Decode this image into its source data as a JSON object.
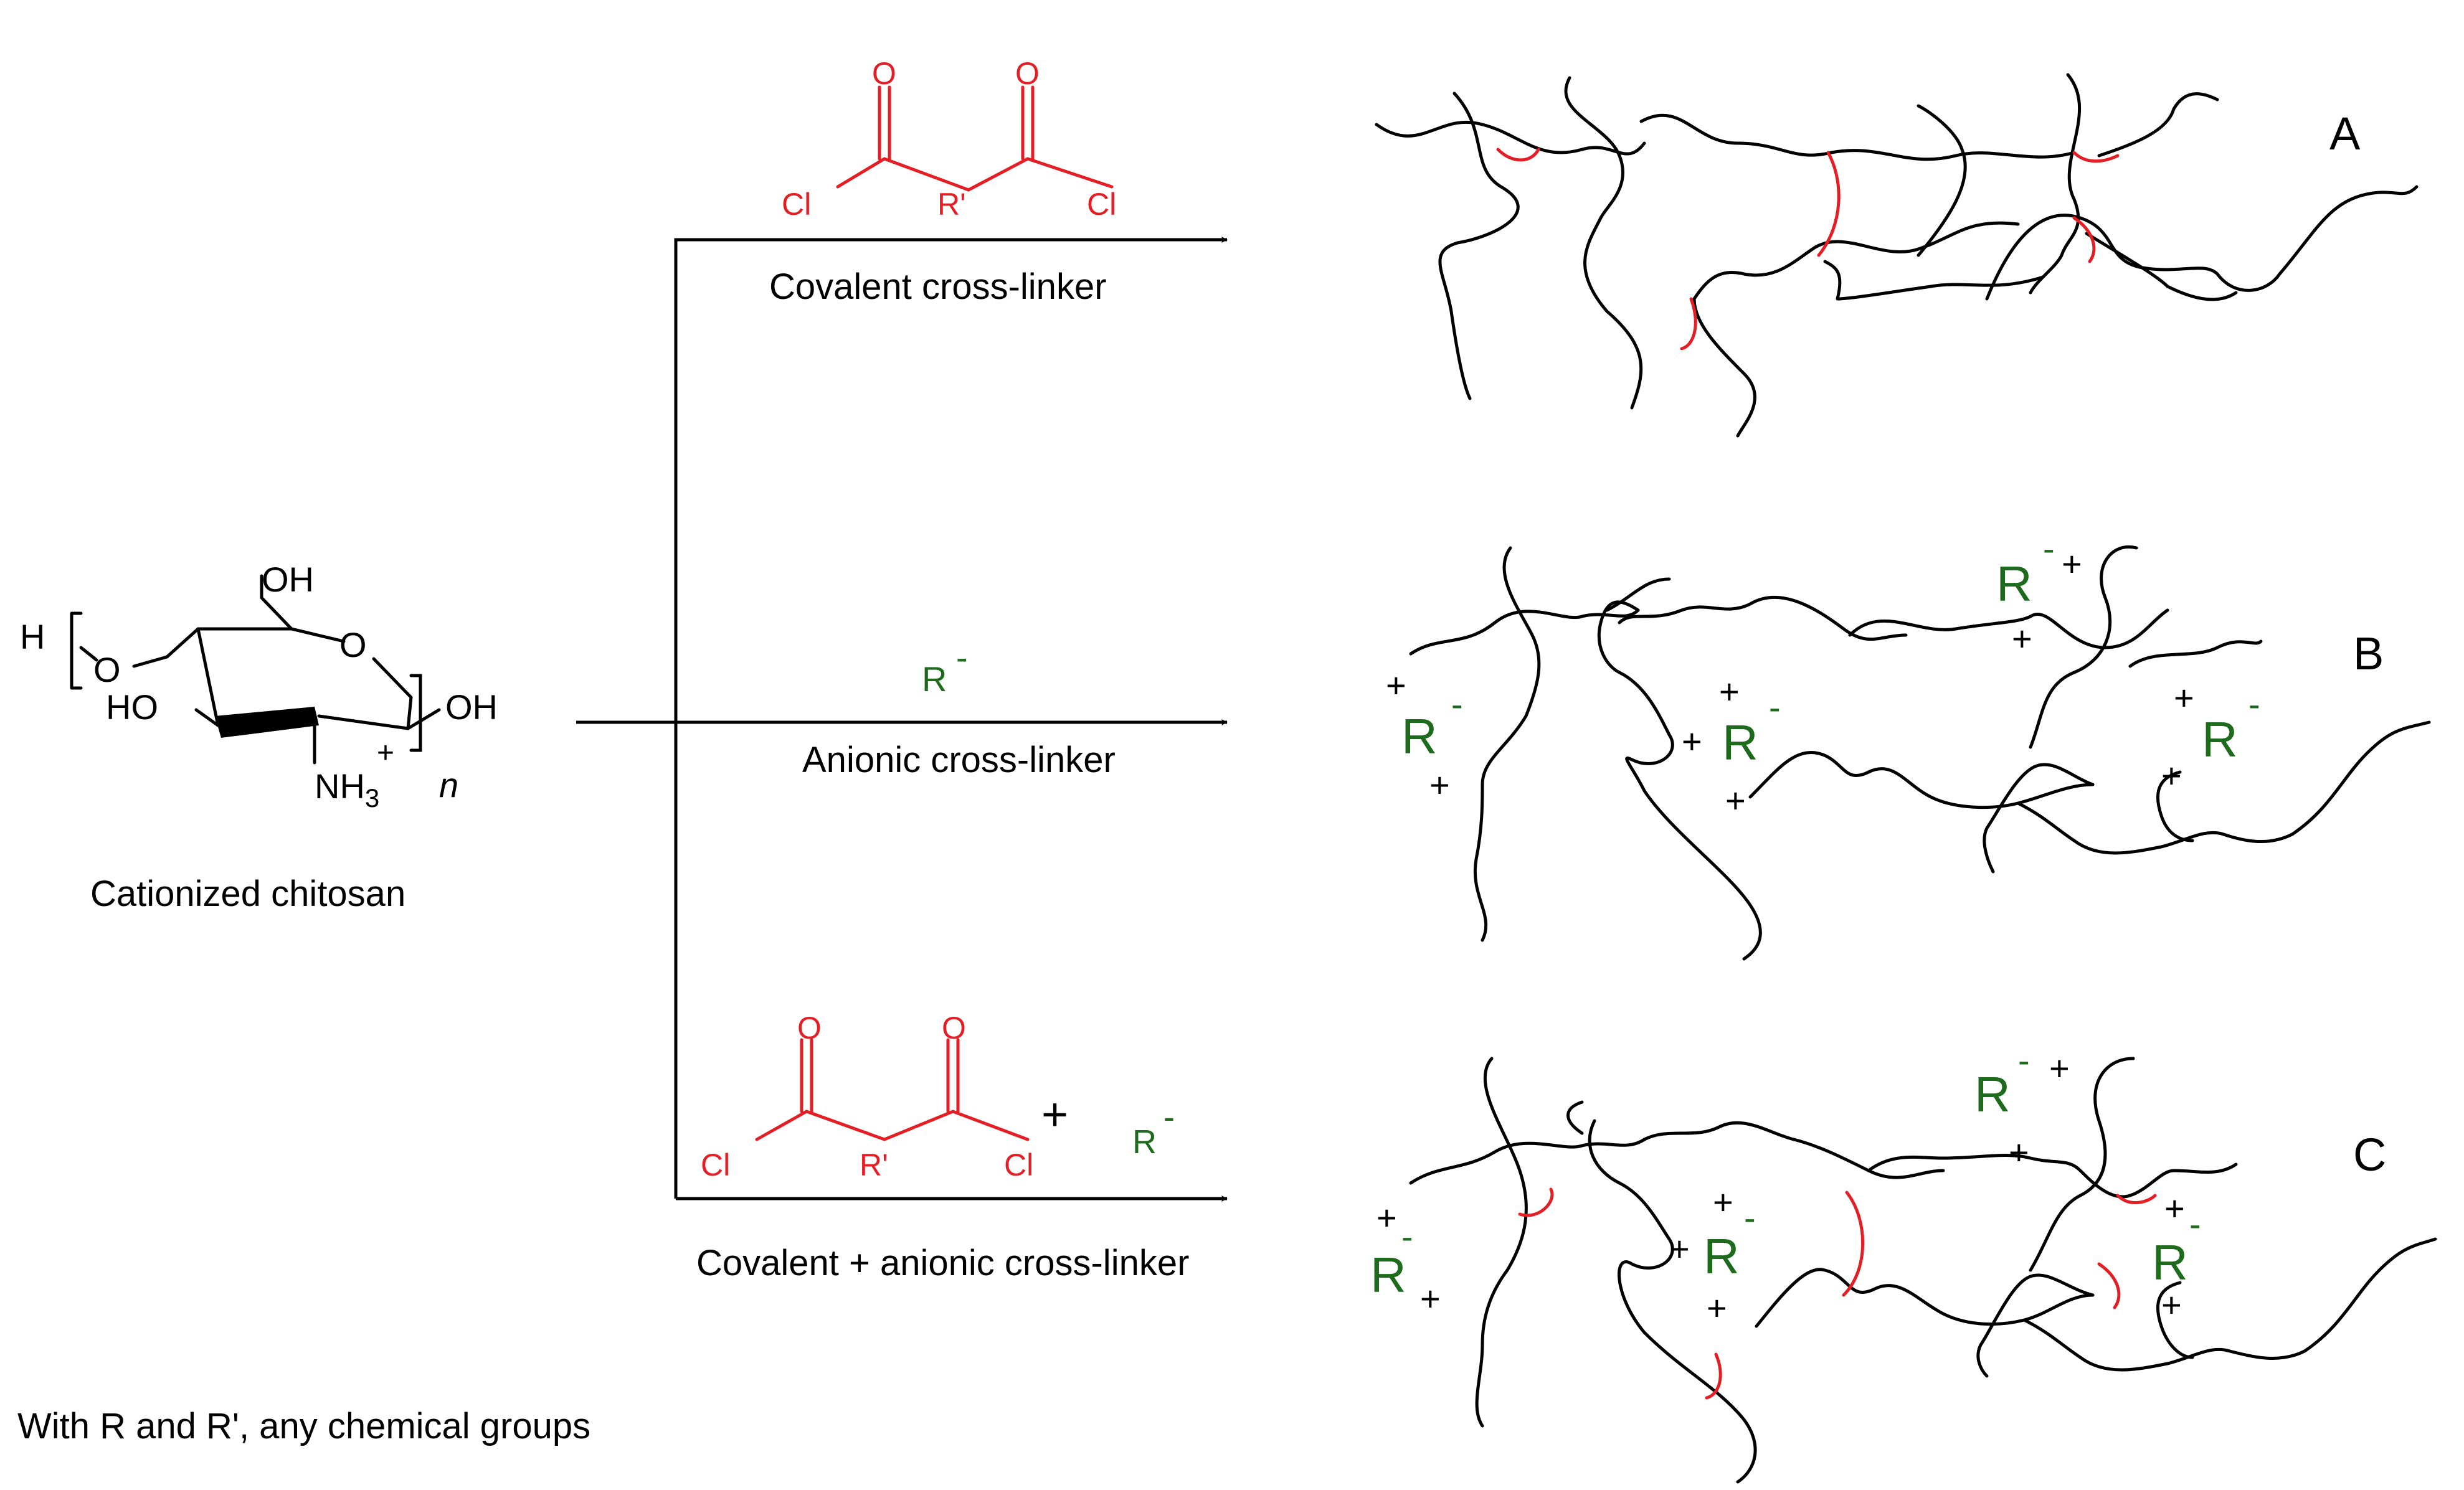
{
  "chitosan": {
    "caption": "Cationized chitosan",
    "atoms": {
      "h": "H",
      "o_ring": "O",
      "oh_top": "OH",
      "ho_left": "HO",
      "oh_right": "OH",
      "nh3": "NH",
      "nh3_sub": "3",
      "plus": "+",
      "n": "n",
      "o_link": "O"
    }
  },
  "routes": {
    "covalent": {
      "label": "Covalent cross-linker",
      "reagent": {
        "o1": "O",
        "o2": "O",
        "cl1": "Cl",
        "cl2": "Cl",
        "r": "R'"
      }
    },
    "anionic": {
      "label": "Anionic cross-linker",
      "reagent": {
        "r": "R",
        "charge": "-"
      }
    },
    "combined": {
      "label": "Covalent + anionic cross-linker",
      "reagent": {
        "o1": "O",
        "o2": "O",
        "cl1": "Cl",
        "cl2": "Cl",
        "r": "R'",
        "plus": "+",
        "r2": "R",
        "charge": "-"
      }
    }
  },
  "networks": {
    "a": {
      "label": "A"
    },
    "b": {
      "label": "B"
    },
    "c": {
      "label": "C"
    }
  },
  "symbols": {
    "r": "R",
    "minus": "-",
    "plus": "+"
  },
  "footnote": "With R and R', any chemical groups",
  "colors": {
    "covalent": "#e31e24",
    "anionic": "#1e6b1e",
    "chain": "#000000"
  }
}
